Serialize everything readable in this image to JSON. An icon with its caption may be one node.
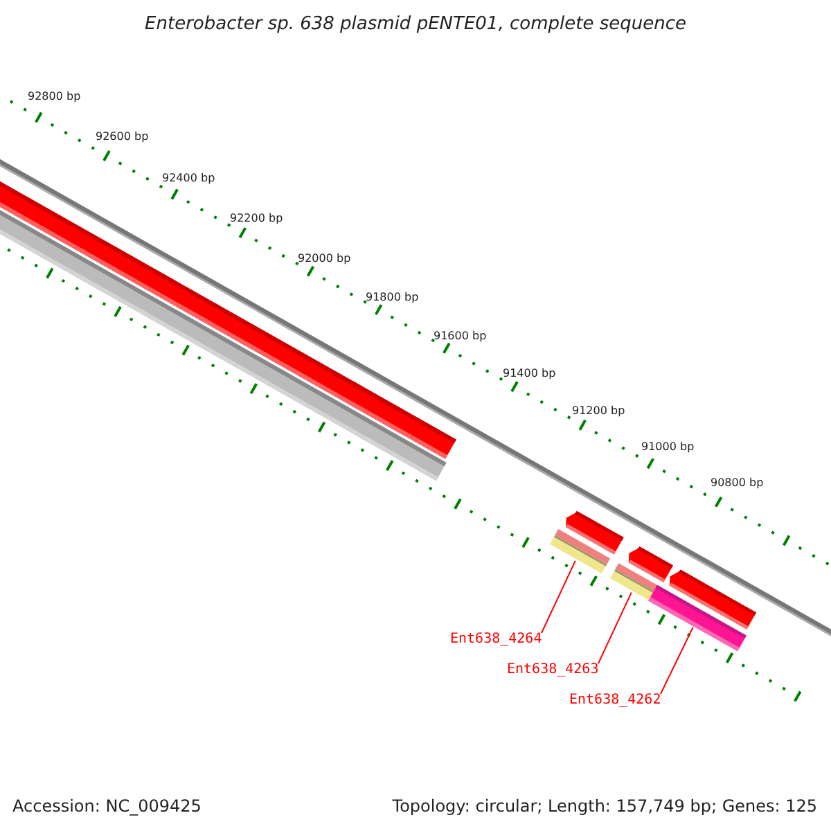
{
  "diagram": {
    "title": "Enterobacter sp. 638 plasmid pENTE01, complete sequence",
    "nodes": [
      {
        "text": [
          "Ent638_4264"
        ]
      },
      {
        "text": [
          "Ent638_4263"
        ]
      },
      {
        "text": [
          "Ent638_4262"
        ]
      },
      {
        "text": [],
        "shape": "bar"
      },
      {
        "text": [],
        "shape": "bar"
      },
      {
        "text": [],
        "shape": "bar"
      }
    ],
    "edges": [
      {
        "from": 0,
        "to": 3,
        "arrow": "none",
        "color": "#ff0000"
      },
      {
        "from": 1,
        "to": 4,
        "arrow": "none",
        "color": "#ff0000"
      },
      {
        "from": 2,
        "to": 5,
        "arrow": "none",
        "color": "#ff0000"
      }
    ],
    "labels": [
      "92800 bp",
      "92600 bp",
      "92400 bp",
      "92200 bp",
      "92000 bp",
      "91800 bp",
      "91600 bp",
      "91400 bp",
      "91200 bp",
      "91000 bp",
      "90800 bp",
      "Accession: NC_009425",
      "Topology: circular; Length: 157,749 bp; Genes: 125"
    ]
  }
}
